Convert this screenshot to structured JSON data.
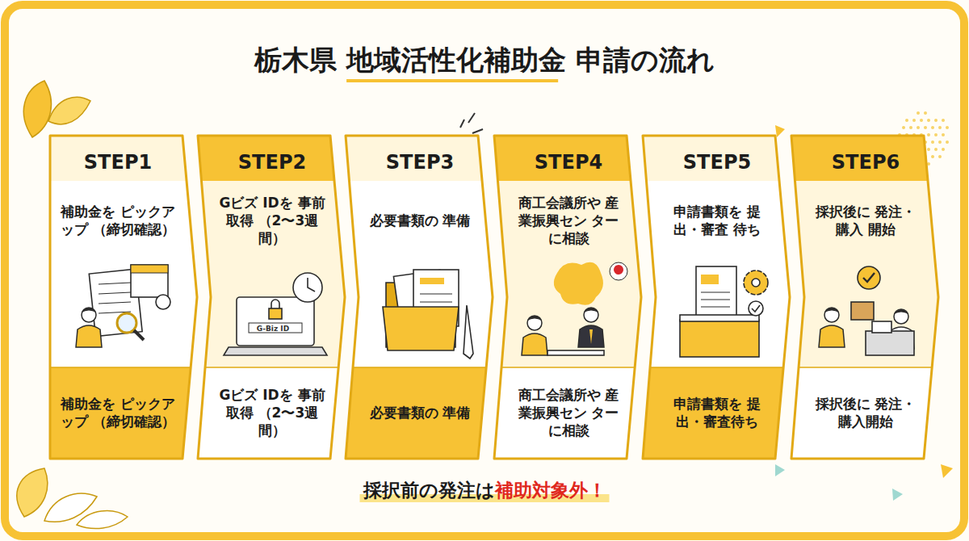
{
  "diagram": {
    "title": "栃木県 地域活性化補助金 申請の流れ",
    "nodes": [
      {
        "text": [
          "STEP1",
          "補助金を ピックアップ （締切確認）",
          "補助金を ピックアップ （締切確認）"
        ]
      },
      {
        "text": [
          "STEP2",
          "Gビズ IDを 事前取得 （2〜3週間）",
          "Gビズ IDを 事前取得 （2〜3週間）"
        ]
      },
      {
        "text": [
          "STEP3",
          "必要書類の 準備",
          "必要書類の 準備"
        ]
      },
      {
        "text": [
          "STEP4",
          "商工会議所や 産業振興セン ターに相談",
          "商工会議所や 産業振興セン ターに相談"
        ]
      },
      {
        "text": [
          "STEP5",
          "申請書類を 提出・審査 待ち",
          "申請書類を 提出・審査待ち"
        ]
      },
      {
        "text": [
          "STEP6",
          "採択後に 発注・購入 開始",
          "採択後に 発注・購入開始"
        ]
      }
    ],
    "labels": [
      "採択前の発注は",
      "補助対象外！",
      "G-Biz ID"
    ]
  }
}
